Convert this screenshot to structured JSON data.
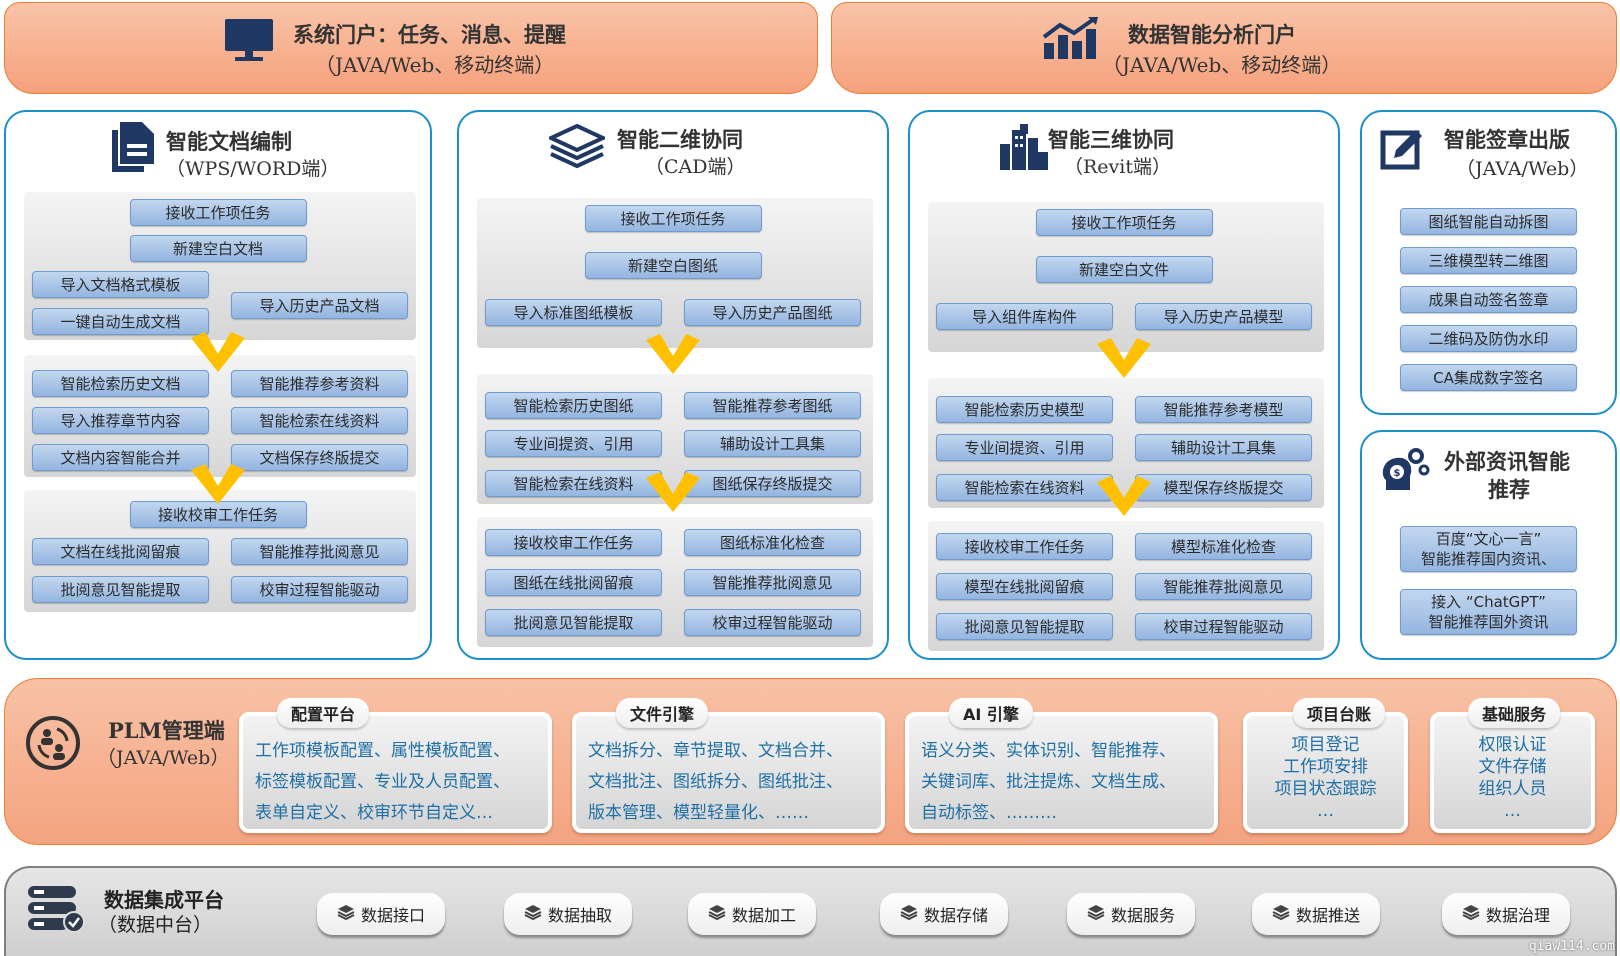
{
  "top_portals": [
    {
      "title": "系统门户：任务、消息、提醒",
      "subtitle": "（JAVA/Web、移动终端）",
      "icon": "monitor-icon"
    },
    {
      "title": "数据智能分析门户",
      "subtitle": "（JAVA/Web、移动终端）",
      "icon": "analytics-chart-icon"
    }
  ],
  "panels": [
    {
      "title": "智能文档编制",
      "subtitle": "（WPS/WORD端）",
      "icon": "document-icon",
      "groups": [
        [
          "接收工作项任务",
          "新建空白文档",
          "导入文档格式模板",
          "一键自动生成文档",
          "导入历史产品文档"
        ],
        [
          "智能检索历史文档",
          "智能推荐参考资料",
          "导入推荐章节内容",
          "智能检索在线资料",
          "文档内容智能合并",
          "文档保存终版提交"
        ],
        [
          "接收校审工作任务",
          "文档在线批阅留痕",
          "智能推荐批阅意见",
          "批阅意见智能提取",
          "校审过程智能驱动"
        ]
      ]
    },
    {
      "title": "智能二维协同",
      "subtitle": "（CAD端）",
      "icon": "layers-icon",
      "groups": [
        [
          "接收工作项任务",
          "新建空白图纸",
          "导入标准图纸模板",
          "导入历史产品图纸"
        ],
        [
          "智能检索历史图纸",
          "智能推荐参考图纸",
          "专业间提资、引用",
          "辅助设计工具集",
          "智能检索在线资料",
          "图纸保存终版提交"
        ],
        [
          "接收校审工作任务",
          "图纸标准化检查",
          "图纸在线批阅留痕",
          "智能推荐批阅意见",
          "批阅意见智能提取",
          "校审过程智能驱动"
        ]
      ]
    },
    {
      "title": "智能三维协同",
      "subtitle": "（Revit端）",
      "icon": "buildings-icon",
      "groups": [
        [
          "接收工作项任务",
          "新建空白文件",
          "导入组件库构件",
          "导入历史产品模型"
        ],
        [
          "智能检索历史模型",
          "智能推荐参考模型",
          "专业间提资、引用",
          "辅助设计工具集",
          "智能检索在线资料",
          "模型保存终版提交"
        ],
        [
          "接收校审工作任务",
          "模型标准化检查",
          "模型在线批阅留痕",
          "智能推荐批阅意见",
          "批阅意见智能提取",
          "校审过程智能驱动"
        ]
      ]
    }
  ],
  "signature_panel": {
    "title": "智能签章出版",
    "subtitle": "（JAVA/Web）",
    "icon": "edit-pen-icon",
    "items": [
      "图纸智能自动拆图",
      "三维模型转二维图",
      "成果自动签名签章",
      "二维码及防伪水印",
      "CA集成数字签名"
    ]
  },
  "news_panel": {
    "title_line1": "外部资讯智能",
    "title_line2": "推荐",
    "icon": "head-gears-icon",
    "items": [
      [
        "百度“文心一言”",
        "智能推荐国内资讯、"
      ],
      [
        "接入 “ChatGPT”",
        "智能推荐国外资讯"
      ]
    ]
  },
  "plm": {
    "title": "PLM管理端",
    "subtitle": "（JAVA/Web）",
    "icon": "users-cycle-icon",
    "modules": [
      {
        "label": "配置平台",
        "lines": [
          "工作项模板配置、属性模板配置、",
          "标签模板配置、专业及人员配置、",
          "表单自定义、校审环节自定义…"
        ]
      },
      {
        "label": "文件引擎",
        "lines": [
          "文档拆分、章节提取、文档合并、",
          "文档批注、图纸拆分、图纸批注、",
          "版本管理、模型轻量化、……"
        ]
      },
      {
        "label": "AI 引擎",
        "lines": [
          "语义分类、实体识别、智能推荐、",
          "关键词库、批注提炼、文档生成、",
          "自动标签、………"
        ]
      },
      {
        "label": "项目台账",
        "lines": [
          "项目登记",
          "工作项安排",
          "项目状态跟踪",
          "…"
        ]
      },
      {
        "label": "基础服务",
        "lines": [
          "权限认证",
          "文件存储",
          "组织人员",
          "…"
        ]
      }
    ]
  },
  "data_platform": {
    "title": "数据集成平台",
    "subtitle": "（数据中台）",
    "icon": "server-check-icon",
    "items": [
      "数据接口",
      "数据抽取",
      "数据加工",
      "数据存储",
      "数据服务",
      "数据推送",
      "数据治理"
    ]
  },
  "watermark": "qiaw114.com",
  "colors": {
    "panel_border": "#1a8fc9",
    "banner_border": "#ed7d31",
    "arrow": "#ffc000",
    "icon": "#1f3864",
    "plm_text": "#1f6fa5"
  }
}
